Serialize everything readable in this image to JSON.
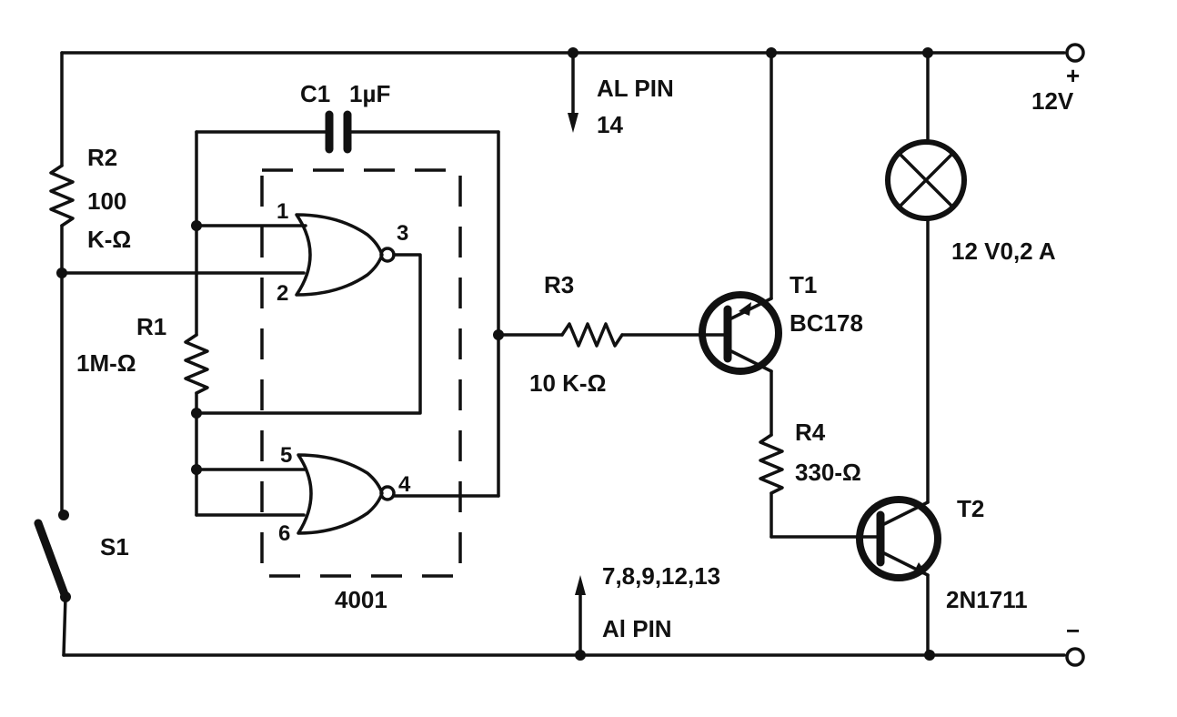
{
  "components": {
    "c1": {
      "name": "C1",
      "value": "1µF"
    },
    "r1": {
      "name": "R1",
      "value": "1M-Ω"
    },
    "r2": {
      "name": "R2",
      "value_num": "100",
      "value_unit": "K-Ω"
    },
    "r3": {
      "name": "R3",
      "value": "10 K-Ω"
    },
    "r4": {
      "name": "R4",
      "value": "330-Ω"
    },
    "t1": {
      "name": "T1",
      "part": "BC178"
    },
    "t2": {
      "name": "T2",
      "part": "2N1711"
    },
    "s1": {
      "name": "S1"
    },
    "ic": {
      "part": "4001"
    },
    "lamp": {
      "value": "12 V0,2 A"
    }
  },
  "pins": {
    "p1": "1",
    "p2": "2",
    "p3": "3",
    "p4": "4",
    "p5": "5",
    "p6": "6"
  },
  "supply": {
    "positive_sign": "+",
    "positive_voltage": "12V",
    "negative_sign": "−",
    "top_note_line1": "AL PIN",
    "top_note_line2": "14",
    "bottom_note_line1": "7,8,9,12,13",
    "bottom_note_line2": "Al PIN"
  }
}
